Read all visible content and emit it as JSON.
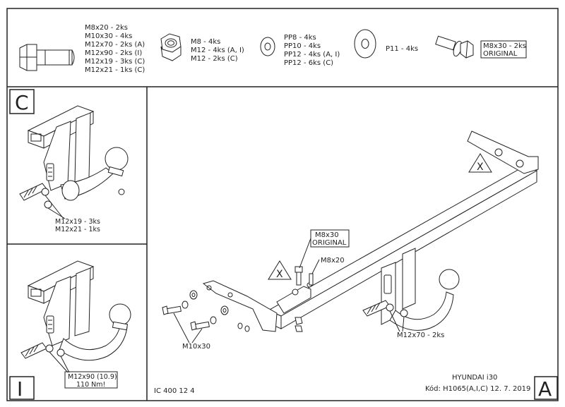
{
  "parts_header": {
    "bolts_list": [
      "M8x20 - 2ks",
      "M10x30 - 4ks",
      "M12x70 - 2ks (A)",
      "M12x90 - 2ks (I)",
      "M12x19 - 3ks (C)",
      "M12x21 - 1ks (C)"
    ],
    "nuts_list": [
      "M8 - 4ks",
      "M12 - 4ks (A, I)",
      "M12 - 2ks (C)"
    ],
    "washers_list": [
      "PP8 - 4ks",
      "PP10 - 4ks",
      "PP12 - 4ks (A, I)",
      "PP12 - 6ks (C)"
    ],
    "large_washer_label": "P11 - 4ks",
    "original_bolt_list": [
      "M8x30 - 2ks",
      "ORIGINAL"
    ]
  },
  "panel_c": {
    "letter": "C",
    "callouts": [
      "M12x19 - 3ks",
      "M12x21 - 1ks"
    ]
  },
  "panel_i": {
    "letter": "I",
    "callouts": [
      "M12x90 (10.9)",
      "110 Nm!"
    ]
  },
  "panel_a": {
    "letter": "A",
    "original_callout": [
      "M8x30",
      "ORIGINAL"
    ],
    "m8x20_label": "M8x20",
    "m10x30_label": "M10x30",
    "m12x70_label": "M12x70 - 2ks",
    "warning_symbol": "X"
  },
  "footer": {
    "drawing_number": "IC 400 12 4",
    "vehicle": "HYUNDAI i30",
    "code_date": "Kód: H1065(A,I,C)  12. 7. 2019"
  },
  "icons": [
    "hex-bolt-icon",
    "hex-nut-icon",
    "washer-icon",
    "large-washer-icon",
    "flange-bolt-icon",
    "warning-triangle-icon",
    "tow-ball-icon"
  ]
}
